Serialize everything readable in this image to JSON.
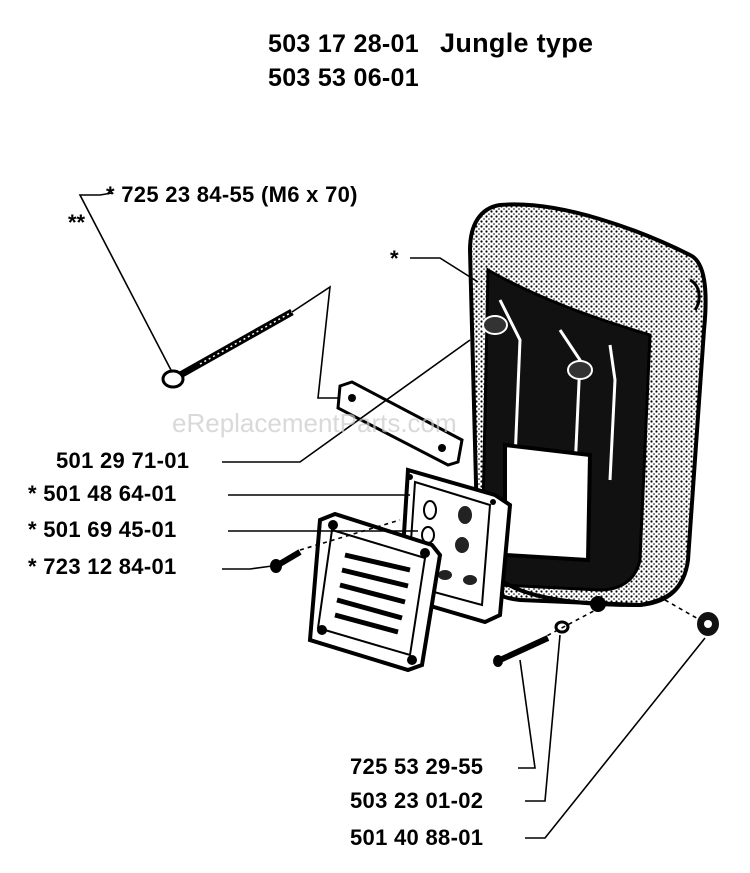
{
  "header": {
    "part_a": "503 17 28-01",
    "part_a_note": "Jungle type",
    "part_b": "503 53 06-01"
  },
  "labels": {
    "screw_top": "*  725 23 84-55 (M6 x 70)",
    "double_star": "**",
    "cover_star": "*",
    "l1": "501 29 71-01",
    "l2": "*  501 48 64-01",
    "l3": "*  501 69 45-01",
    "l4": "*  723 12 84-01",
    "b1": "725 53 29-55",
    "b2": "503 23 01-02",
    "b3": "501 40 88-01"
  },
  "watermark": "eReplacementParts.com"
}
